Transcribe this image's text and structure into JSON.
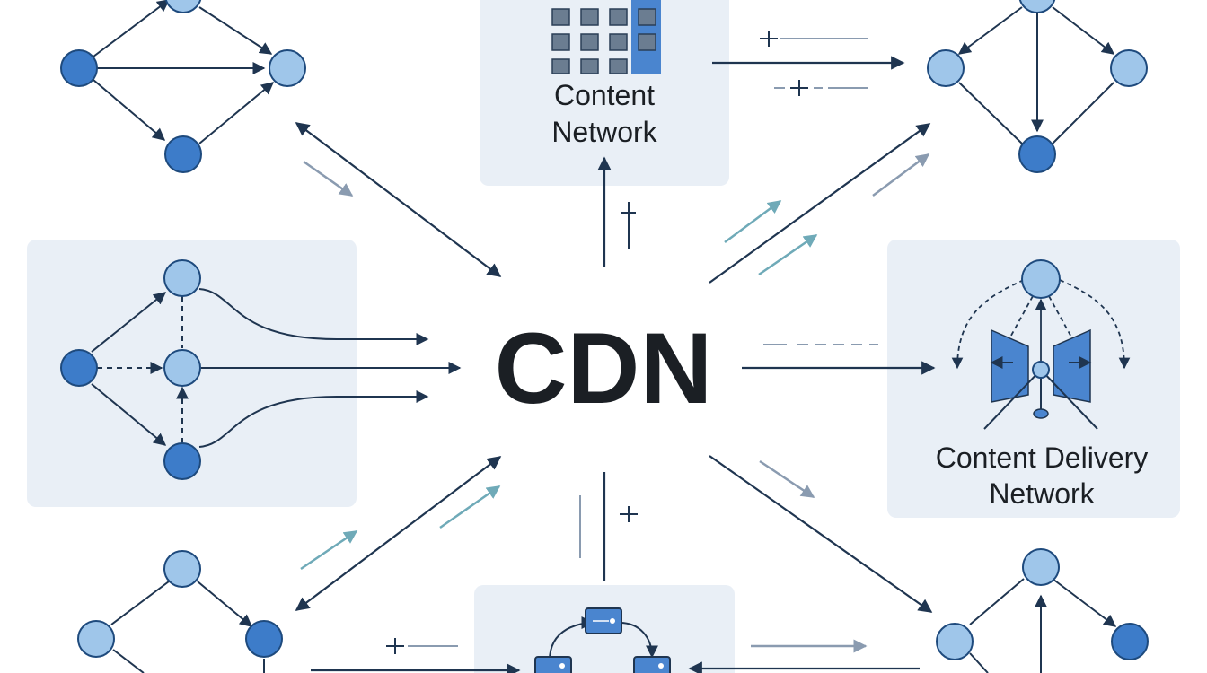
{
  "center": {
    "title": "CDN"
  },
  "panels": {
    "content_network": {
      "label_line1": "Content",
      "label_line2": "Network"
    },
    "content_delivery": {
      "label_line1": "Content Delivery",
      "label_line2": "Network"
    }
  },
  "colors": {
    "node_dark": "#3d7cc9",
    "node_light": "#9fc6ea",
    "node_stroke": "#1e4a7d",
    "arrow": "#1f3550",
    "arrow_teal": "#6faab8",
    "arrow_grey": "#8a9bb0",
    "panel_bg": "#e9eff6",
    "text": "#111111"
  },
  "icons": [
    "building-icon",
    "satellite-dish-icon",
    "server-ring-icon"
  ]
}
